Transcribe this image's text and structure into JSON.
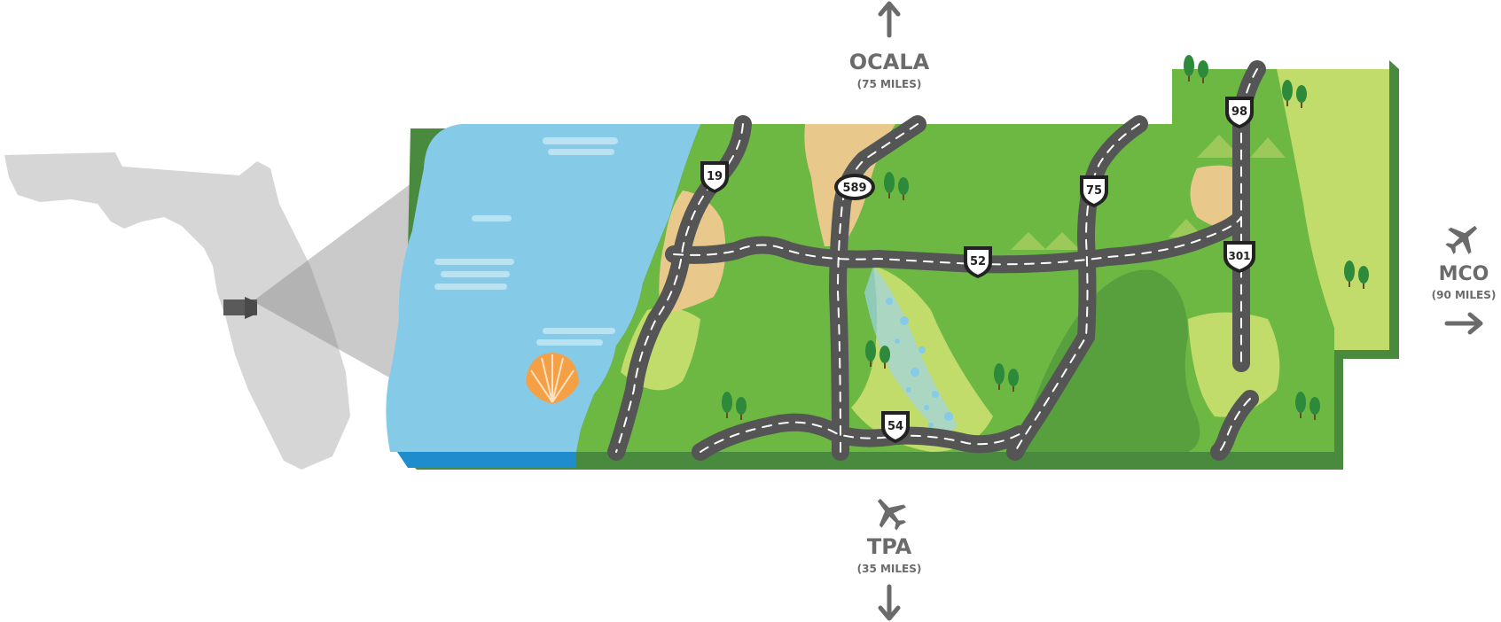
{
  "destinations": {
    "north": {
      "name": "OCALA",
      "distance": "(75 MILES)"
    },
    "south": {
      "name": "TPA",
      "distance": "(35 MILES)"
    },
    "east": {
      "name": "MCO",
      "distance": "(90 MILES)"
    }
  },
  "route_shields": [
    "19",
    "589",
    "75",
    "52",
    "98",
    "301",
    "54"
  ],
  "icons": [
    "arrow-up",
    "arrow-down",
    "arrow-right",
    "airplane",
    "airplane",
    "seashell",
    "tree",
    "florida-outline"
  ],
  "colors": {
    "water": "#85cbe8",
    "water_edge": "#1f8ccd",
    "land": "#6cb843",
    "land_light": "#c1dc6a",
    "land_dark": "#4a8a3e",
    "road": "#555555",
    "sand": "#e8c98b",
    "text": "#6b6b6b"
  }
}
